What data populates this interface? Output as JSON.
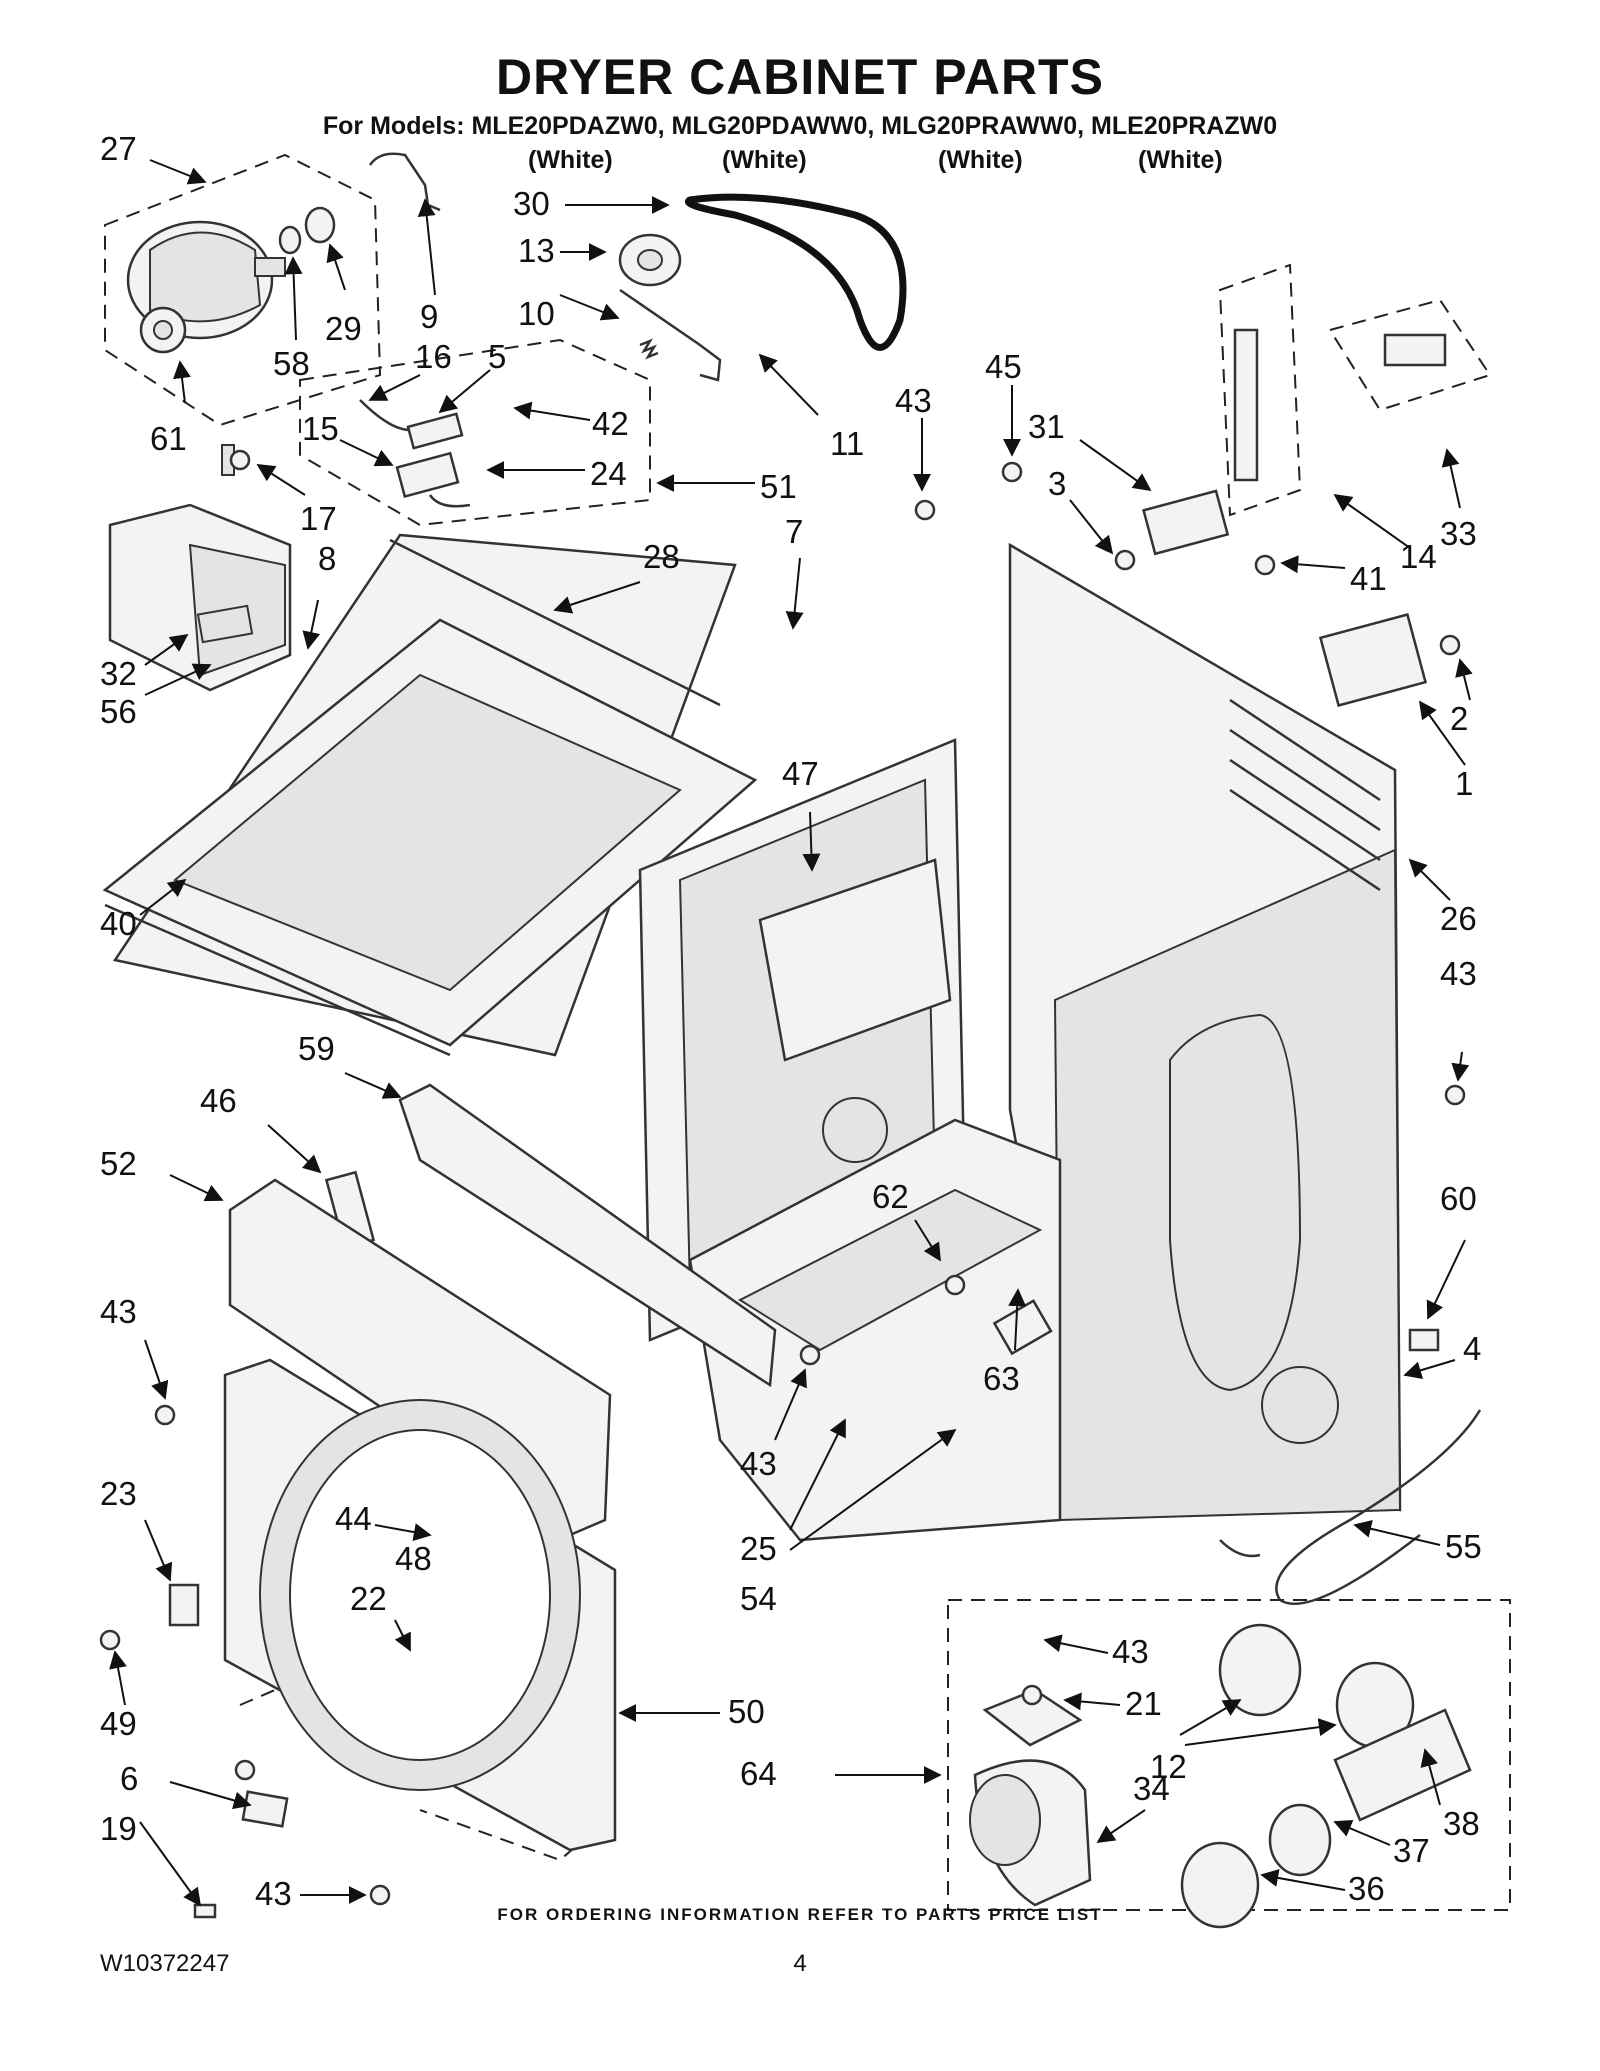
{
  "header": {
    "title": "DRYER CABINET PARTS",
    "subtitle": "For Models: MLE20PDAZW0, MLG20PDAWW0, MLG20PRAWW0, MLE20PRAZW0",
    "colors": [
      "(White)",
      "(White)",
      "(White)",
      "(White)"
    ]
  },
  "footer": {
    "ordering_note": "FOR ORDERING INFORMATION REFER TO PARTS PRICE LIST",
    "doc_number": "W10372247",
    "page_number": "4"
  },
  "callouts": [
    "27",
    "9",
    "58",
    "29",
    "30",
    "13",
    "10",
    "11",
    "61",
    "16",
    "5",
    "15",
    "42",
    "24",
    "51",
    "17",
    "43",
    "45",
    "31",
    "3",
    "41",
    "14",
    "33",
    "8",
    "28",
    "7",
    "32",
    "56",
    "2",
    "1",
    "47",
    "40",
    "26",
    "43",
    "59",
    "46",
    "52",
    "62",
    "60",
    "43",
    "63",
    "4",
    "43",
    "25",
    "54",
    "55",
    "23",
    "44",
    "48",
    "22",
    "43",
    "21",
    "12",
    "49",
    "50",
    "64",
    "34",
    "38",
    "6",
    "37",
    "19",
    "43",
    "36"
  ]
}
